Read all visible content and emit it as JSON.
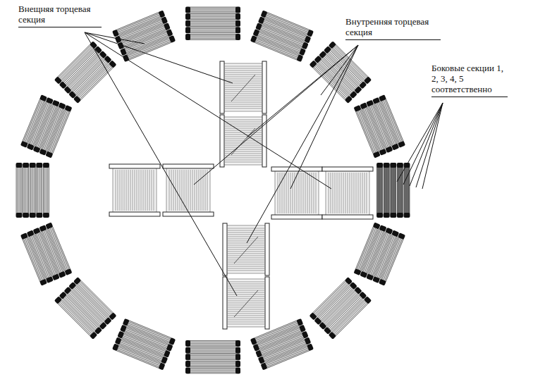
{
  "diagram": {
    "labels": [
      "Внещняя торцевая секция",
      "Внутренняя торцевая секция",
      "Боковые секции 1, 2, 3, 4, 5 соответственно"
    ]
  }
}
